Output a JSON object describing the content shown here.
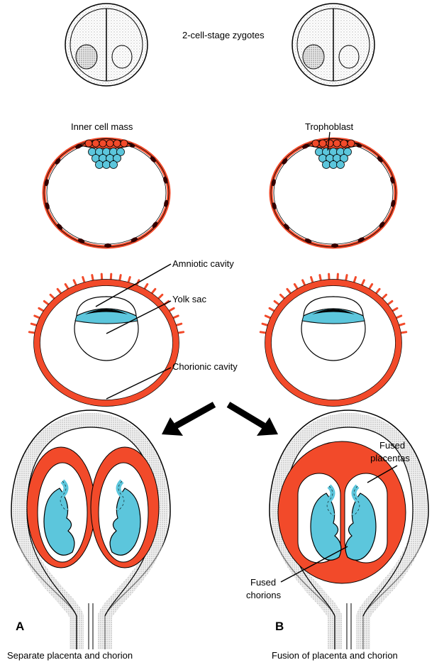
{
  "colors": {
    "trophoblast_red": "#f24a2a",
    "embryo_cyan": "#5cc6dc",
    "outline": "#000000"
  },
  "labels": {
    "zygotes": "2-cell-stage zygotes",
    "inner_cell_mass": "Inner cell mass",
    "trophoblast": "Trophoblast",
    "amniotic_cavity": "Amniotic cavity",
    "yolk_sac": "Yolk sac",
    "chorionic_cavity": "Chorionic cavity",
    "fused_placentas_1": "Fused",
    "fused_placentas_2": "placentas",
    "fused_chorions_1": "Fused",
    "fused_chorions_2": "chorions"
  },
  "panels": {
    "a": {
      "letter": "A",
      "caption": "Separate placenta and chorion"
    },
    "b": {
      "letter": "B",
      "caption": "Fusion of placenta and chorion"
    }
  }
}
